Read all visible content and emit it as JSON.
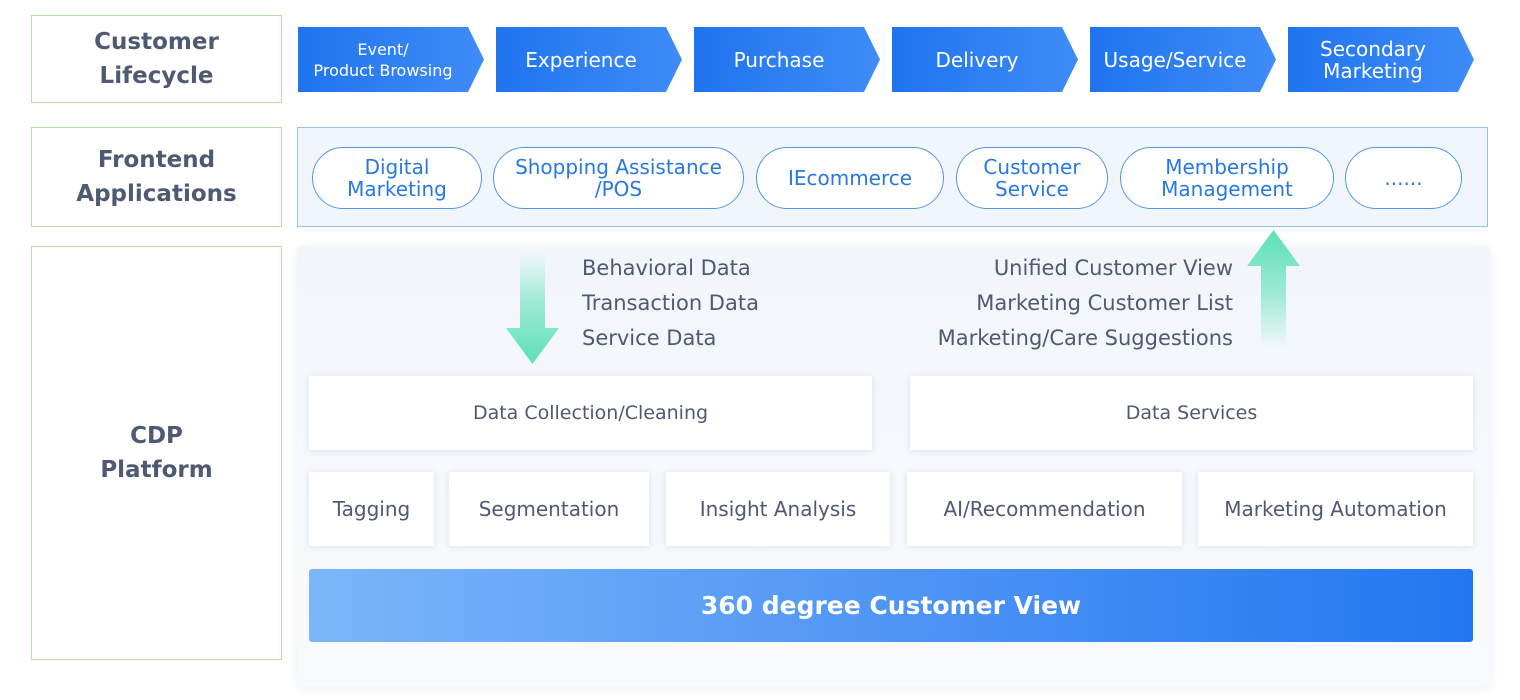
{
  "row_labels": {
    "lifecycle": "Customer\nLifecycle",
    "frontend": "Frontend\nApplications",
    "cdp": "CDP\nPlatform"
  },
  "lifecycle_stages": [
    "Event/\nProduct Browsing",
    "Experience",
    "Purchase",
    "Delivery",
    "Usage/Service",
    "Secondary\nMarketing"
  ],
  "frontend_apps": [
    "Digital\nMarketing",
    "Shopping Assistance\n/POS",
    "IEcommerce",
    "Customer\nService",
    "Membership\nManagement",
    "......"
  ],
  "data_in": [
    "Behavioral Data",
    "Transaction Data",
    "Service Data"
  ],
  "data_out": [
    "Unified Customer View",
    "Marketing Customer List",
    "Marketing/Care Suggestions"
  ],
  "platform": {
    "collection": "Data Collection/Cleaning",
    "services": "Data Services",
    "modules": [
      "Tagging",
      "Segmentation",
      "Insight Analysis",
      "AI/Recommendation",
      "Marketing Automation"
    ],
    "foundation": "360 degree Customer View"
  },
  "colors": {
    "label_border": "#b9e0a4",
    "chevron_blue": "#1f74ef",
    "pill_border": "#4f97e8",
    "arrow_green": "#5be0b4"
  }
}
